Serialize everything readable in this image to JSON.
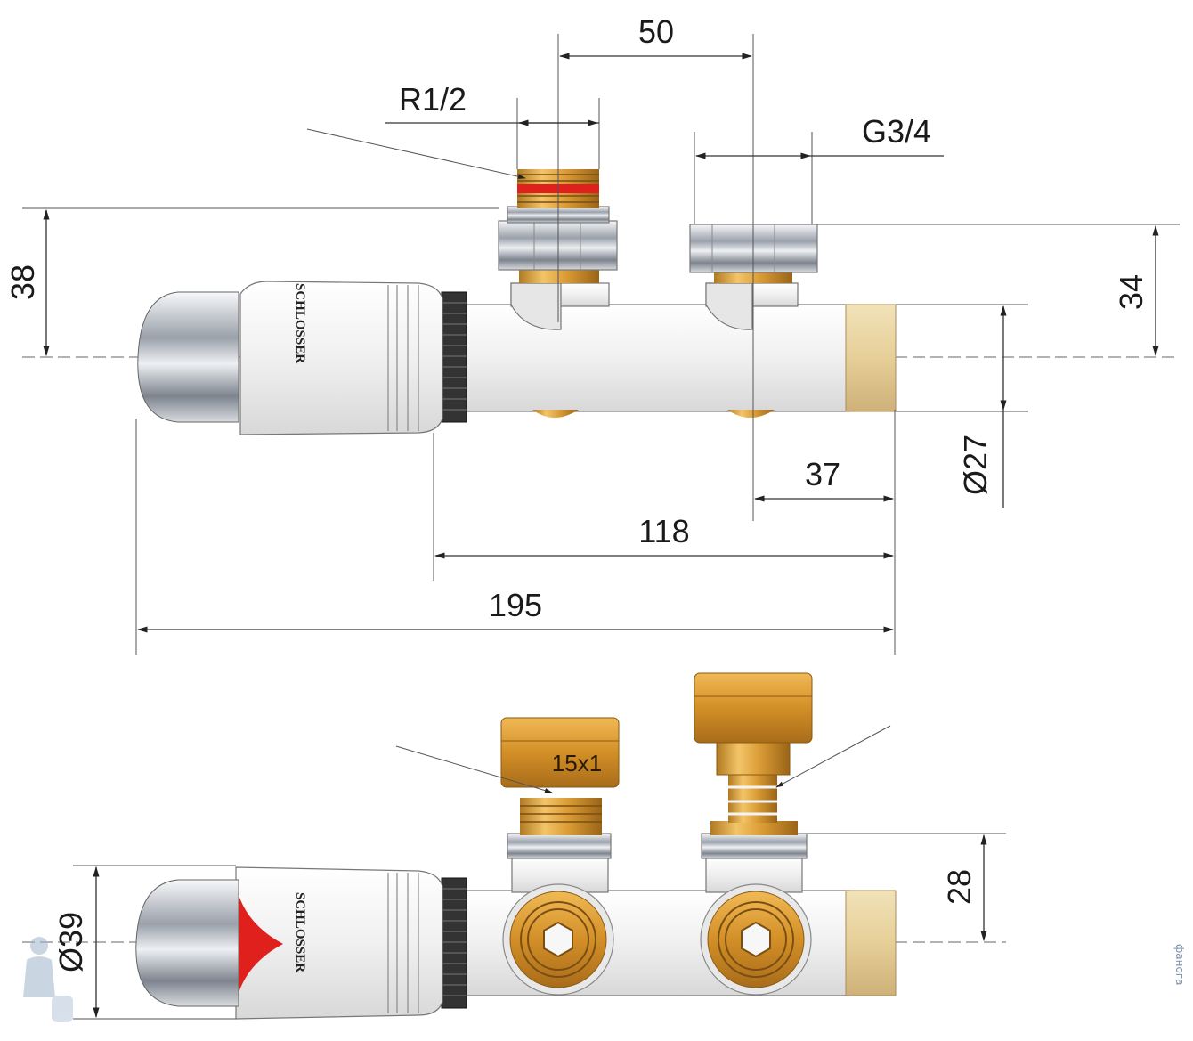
{
  "drawing": {
    "dimensions": {
      "d50": "50",
      "r12": "R1/2",
      "g34": "G3/4",
      "d38": "38",
      "d34": "34",
      "d27": "Ø27",
      "d37": "37",
      "d118": "118",
      "d195": "195",
      "d28": "28",
      "d39": "Ø39"
    },
    "labels": {
      "brand_top": "SCHLOSSER",
      "brand_bottom": "SCHLOSSER",
      "nut_marking": "15x1"
    },
    "watermark": "фанога"
  },
  "colors": {
    "brass": "#d9a441",
    "brass_dark": "#9a6a1c",
    "chrome": "#c9ced4",
    "body_white": "#f2f2f2",
    "red_seal": "#e0201c",
    "beige_cap": "#e8d3a0"
  }
}
